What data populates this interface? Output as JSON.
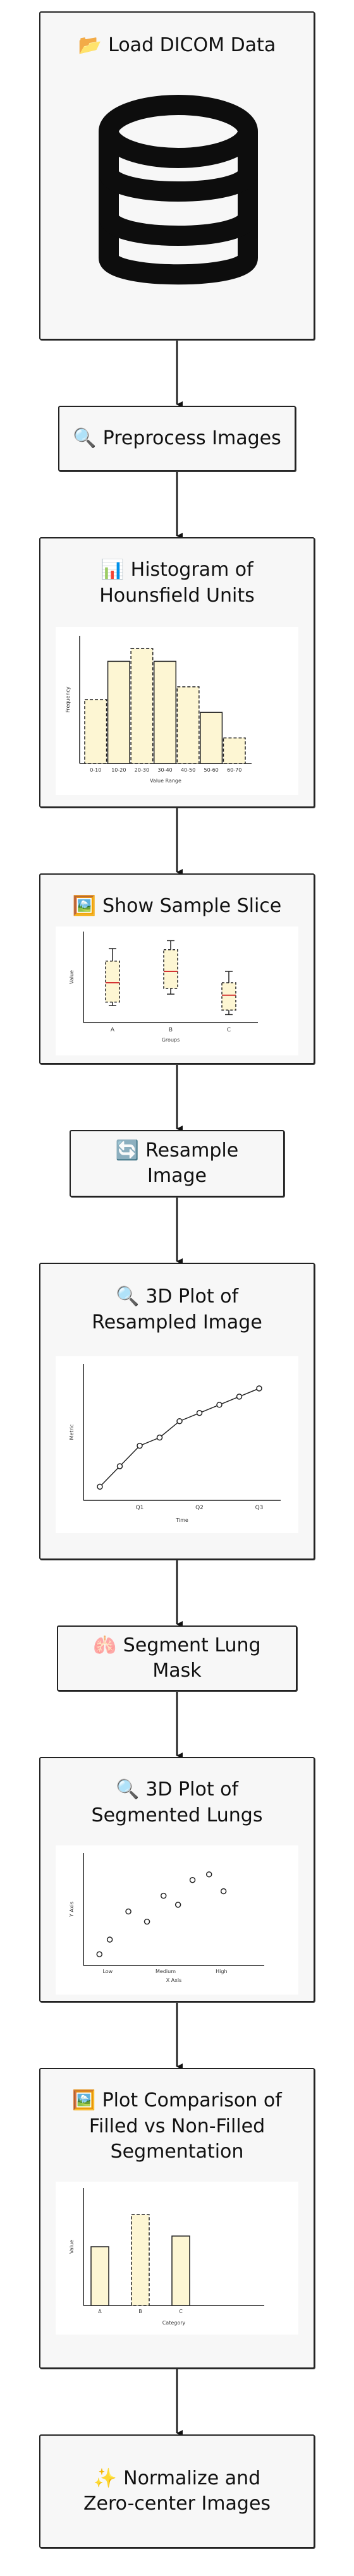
{
  "steps": {
    "load": {
      "emoji": "📂",
      "label": "Load DICOM Data",
      "icon": "database-icon"
    },
    "preprocess": {
      "emoji": "🔍",
      "label": "Preprocess Images"
    },
    "histogram": {
      "emoji": "📊",
      "label": "Histogram of Hounsfield Units"
    },
    "sample": {
      "emoji": "🖼️",
      "label": "Show Sample Slice"
    },
    "resample": {
      "emoji": "🔄",
      "label": "Resample Image"
    },
    "plot3d": {
      "emoji": "🔍",
      "label": "3D Plot of Resampled Image"
    },
    "segment": {
      "emoji": "🫁",
      "label": "Segment Lung Mask"
    },
    "segplot": {
      "emoji": "🔍",
      "label": "3D Plot of Segmented Lungs"
    },
    "compare": {
      "emoji": "🖼️",
      "label": "Plot Comparison of Filled vs Non-Filled Segmentation"
    },
    "normalize": {
      "emoji": "✨",
      "label": "Normalize and Zero-center Images"
    }
  },
  "chart_data": [
    {
      "type": "bar",
      "xlabel": "Value Range",
      "ylabel": "Frequency",
      "categories": [
        "0-10",
        "10-20",
        "20-30",
        "30-40",
        "40-50",
        "50-60",
        "60-70"
      ],
      "values": [
        5,
        8,
        9,
        8,
        6,
        4,
        2
      ],
      "ylim": [
        0,
        10
      ]
    },
    {
      "type": "box",
      "xlabel": "Groups",
      "ylabel": "Value",
      "categories": [
        "A",
        "B",
        "C"
      ],
      "boxes": [
        {
          "min": 1.5,
          "q1": 1.8,
          "median": 3.5,
          "q3": 5.4,
          "max": 6.5
        },
        {
          "min": 2.5,
          "q1": 3.0,
          "median": 4.5,
          "q3": 6.4,
          "max": 7.2
        },
        {
          "min": 0.7,
          "q1": 1.1,
          "median": 2.4,
          "q3": 3.5,
          "max": 4.5
        }
      ],
      "ylim": [
        0,
        8
      ]
    },
    {
      "type": "line",
      "xlabel": "Time",
      "ylabel": "Metric",
      "x": [
        0,
        1,
        2,
        3,
        4,
        5,
        6,
        7,
        8
      ],
      "xticks": [
        "Q1",
        "Q2",
        "Q3"
      ],
      "values": [
        1.0,
        2.5,
        4.0,
        4.6,
        5.8,
        6.4,
        7.0,
        7.6,
        8.2
      ],
      "ylim": [
        0,
        10
      ]
    },
    {
      "type": "scatter",
      "xlabel": "X Axis",
      "ylabel": "Y Axis",
      "xticks": [
        "Low",
        "Medium",
        "High"
      ],
      "points": [
        [
          0.1,
          1.0
        ],
        [
          0.6,
          2.3
        ],
        [
          1.5,
          4.8
        ],
        [
          2.4,
          3.9
        ],
        [
          3.2,
          6.2
        ],
        [
          3.9,
          5.4
        ],
        [
          4.6,
          7.6
        ],
        [
          5.4,
          8.1
        ],
        [
          6.1,
          6.6
        ]
      ],
      "xlim": [
        0,
        6.6
      ],
      "ylim": [
        0,
        10
      ]
    },
    {
      "type": "bar",
      "xlabel": "Category",
      "ylabel": "Value",
      "categories": [
        "A",
        "B",
        "C"
      ],
      "values": [
        5.5,
        8.5,
        6.5
      ],
      "ylim": [
        0,
        11
      ]
    }
  ]
}
